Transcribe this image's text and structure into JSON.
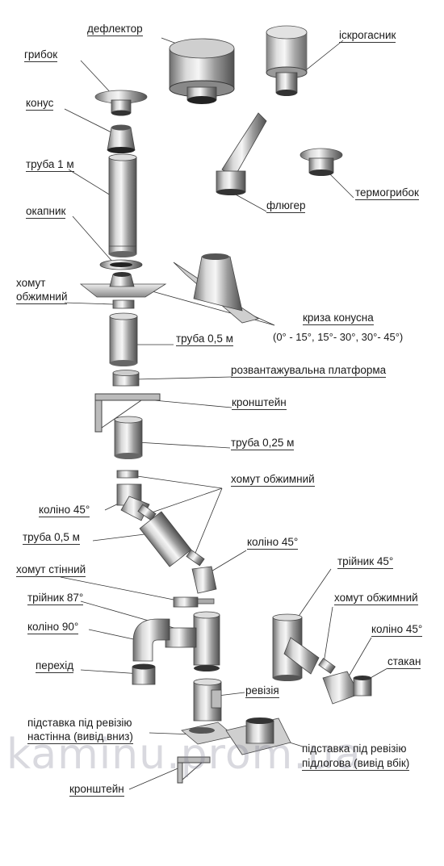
{
  "labels": {
    "deflector": "дефлектор",
    "spark_arrester": "іскрогасник",
    "cap": "грибок",
    "cone": "конус",
    "pipe_1m": "труба 1 м",
    "drip_collar": "окапник",
    "clamp_top_line1": "хомут",
    "clamp_top_line2": "обжимний",
    "weather_vane": "флюгер",
    "thermo_cap": "термогрибок",
    "roof_flashing": "криза конусна",
    "roof_flashing_angles": "(0° - 15°, 15°- 30°, 30°- 45°)",
    "pipe_05m_a": "труба 0,5 м",
    "unload_platform": "розвантажувальна платформа",
    "bracket_top": "кронштейн",
    "pipe_025m": "труба 0,25 м",
    "clamp_mid": "хомут обжимний",
    "elbow45_a": "коліно 45°",
    "pipe_05m_b": "труба 0,5 м",
    "elbow45_b": "коліно 45°",
    "wall_clamp": "хомут стінний",
    "tee45": "трійник 45°",
    "tee87": "трійник 87°",
    "clamp_right": "хомут обжимний",
    "elbow90": "коліно 90°",
    "elbow45_c": "коліно 45°",
    "adapter": "перехід",
    "sleeve": "стакан",
    "revision": "ревізія",
    "wall_support_line1": "підставка під ревізію",
    "wall_support_line2": "настінна (вивід вниз)",
    "floor_support_line1": "підставка під ревізію",
    "floor_support_line2": "підлогова (вивід вбік)",
    "bracket_bottom": "кронштейн"
  },
  "watermark": "kaminu.prom.ua"
}
